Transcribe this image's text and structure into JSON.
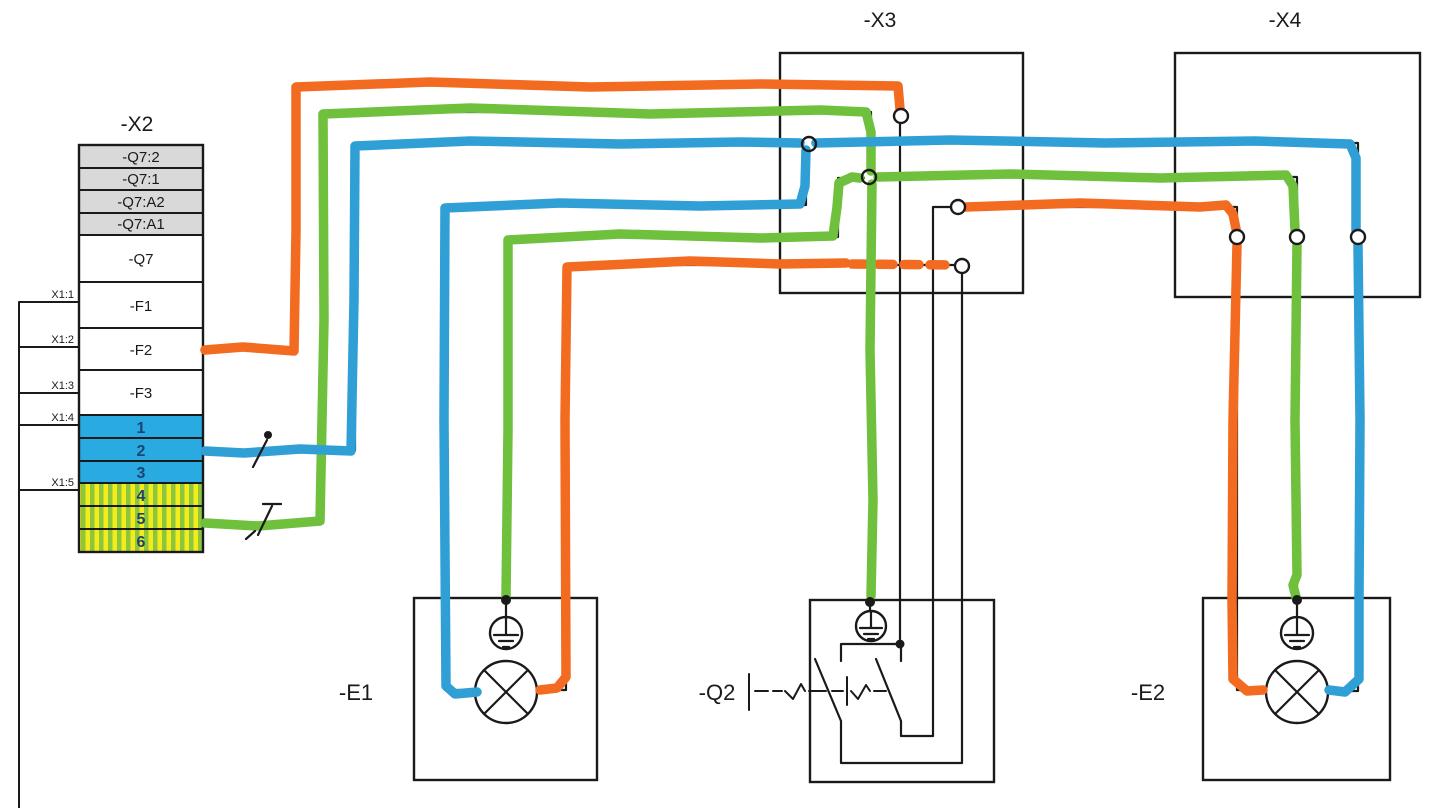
{
  "diagram": {
    "x2": {
      "title": "-X2",
      "rows": [
        {
          "label": "-Q7:2",
          "kind": "gray"
        },
        {
          "label": "-Q7:1",
          "kind": "gray"
        },
        {
          "label": "-Q7:A2",
          "kind": "gray"
        },
        {
          "label": "-Q7:A1",
          "kind": "gray"
        },
        {
          "label": "-Q7",
          "kind": "white"
        },
        {
          "label": "-F1",
          "kind": "white"
        },
        {
          "label": "-F2",
          "kind": "white"
        },
        {
          "label": "-F3",
          "kind": "white"
        },
        {
          "label": "1",
          "kind": "neutral-blue"
        },
        {
          "label": "2",
          "kind": "neutral-blue"
        },
        {
          "label": "3",
          "kind": "neutral-blue"
        },
        {
          "label": "4",
          "kind": "earth-striped"
        },
        {
          "label": "5",
          "kind": "earth-striped"
        },
        {
          "label": "6",
          "kind": "earth-striped"
        }
      ],
      "left_refs": [
        "X1:1",
        "X1:2",
        "X1:3",
        "X1:4",
        "X1:5"
      ]
    },
    "x3": {
      "title": "-X3"
    },
    "x4": {
      "title": "-X4"
    },
    "devices": {
      "e1": {
        "label": "-E1"
      },
      "q2": {
        "label": "-Q2"
      },
      "e2": {
        "label": "-E2"
      }
    },
    "colors": {
      "wire_orange": "#F26B21",
      "wire_green": "#6FC03C",
      "wire_blue": "#309FD6",
      "terminal_blue": "#29ABE2",
      "pe_stripe_yellow": "#F3EC19",
      "pe_stripe_green": "#8CC63F",
      "row_gray": "#D9D9D9",
      "row_number_navy": "#1B4570",
      "line_black": "#1A1A1A"
    }
  }
}
